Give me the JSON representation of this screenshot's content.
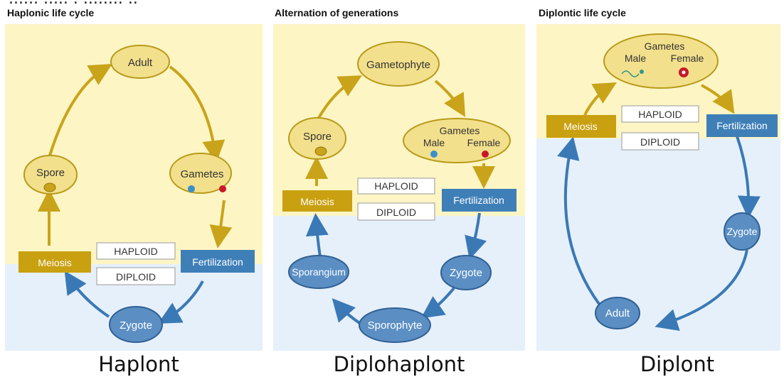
{
  "top_partial_text": "...... ..... . ........ ..",
  "panels": [
    {
      "title": "Haplonic life cycle",
      "caption": "Haplont",
      "nodes": {
        "adult": "Adult",
        "spore": "Spore",
        "gametes": "Gametes",
        "zygote": "Zygote"
      },
      "boxes": {
        "meiosis": "Meiosis",
        "fertilization": "Fertilization",
        "haploid": "HAPLOID",
        "diploid": "DIPLOID"
      }
    },
    {
      "title": "Alternation of generations",
      "caption": "Diplohaplont",
      "nodes": {
        "gametophyte": "Gametophyte",
        "spore": "Spore",
        "gametes": "Gametes",
        "male": "Male",
        "female": "Female",
        "zygote": "Zygote",
        "sporangium": "Sporangium",
        "sporophyte": "Sporophyte"
      },
      "boxes": {
        "meiosis": "Meiosis",
        "fertilization": "Fertilization",
        "haploid": "HAPLOID",
        "diploid": "DIPLOID"
      }
    },
    {
      "title": "Diplontic life cycle",
      "caption": "Diplont",
      "nodes": {
        "gametes": "Gametes",
        "male": "Male",
        "female": "Female",
        "zygote": "Zygote",
        "adult": "Adult"
      },
      "boxes": {
        "meiosis": "Meiosis",
        "fertilization": "Fertilization",
        "haploid": "HAPLOID",
        "diploid": "DIPLOID"
      }
    }
  ],
  "colors": {
    "haploid_bg": "#fdf5c4",
    "diploid_bg": "#e6f0fa",
    "haploid_node": "#f3e08c",
    "haploid_stroke": "#b89a1a",
    "diploid_node": "#5b8fc4",
    "diploid_stroke": "#2f5f94",
    "gold_arrow": "#c9a31a",
    "blue_arrow": "#3a79b5",
    "meiosis_box": "#c9a010",
    "fertilization_box": "#3f7fb8",
    "male_dot": "#3a8fc8",
    "female_dot": "#c8182a"
  }
}
